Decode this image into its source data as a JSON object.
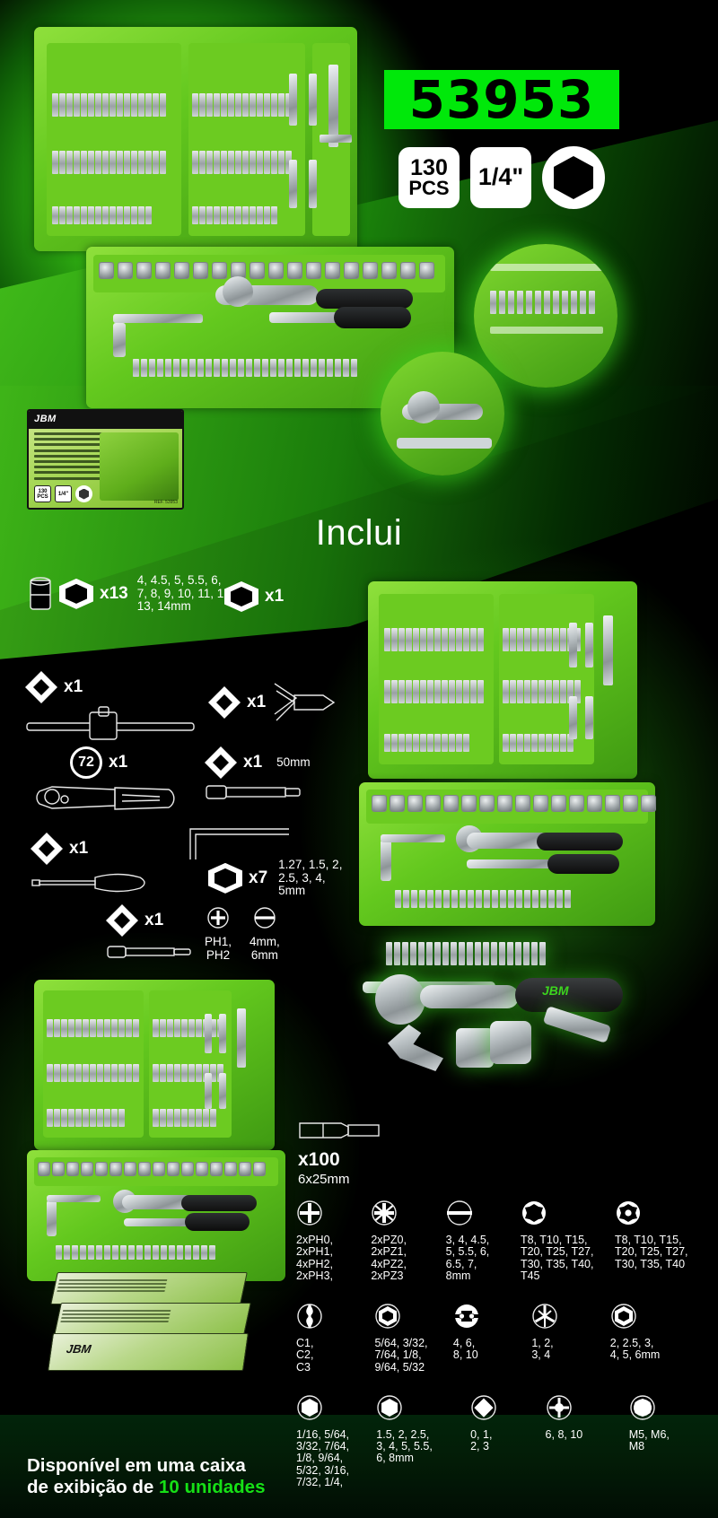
{
  "header": {
    "product_code": "53953",
    "badges": [
      {
        "name": "pieces-badge",
        "line1": "130",
        "line2": "PCS"
      },
      {
        "name": "drive-size-badge",
        "line1": "1/4\"",
        "line2": ""
      }
    ],
    "hex_icon": "hexagon-icon"
  },
  "colors": {
    "brand_green": "#00e80a",
    "accent_green": "#16e016",
    "case_green": "#63c81e",
    "background": "#000000"
  },
  "retail_box": {
    "brand": "JBM",
    "ref": "REF. 53953",
    "badge_pcs": "130 PCS",
    "badge_drive": "1/4\"",
    "description_lines": [
      "ESTUCHE DE PUNTAS Y VASOS DE 130 PIEZAS",
      "130 PCS SOCKETS AND BITS SET",
      "SET DI INSERTI E PUNTE DA 130 PEZZI",
      "KIT DE TOMADAS E BITS DE 130 PCS",
      "SET PIESE SI BITI DE 130 BUC",
      "130 STUKS DOPPEN EN BITS SET",
      "130 TEILIGES BIT UND STECKSCHLUSSEL SET",
      "130 KS ZASTRCNYCH A BITOVYCH KLICU",
      "130 SZT. ZESTAW NASADEK I BITOW"
    ]
  },
  "section_title": "Inclui",
  "includes": [
    {
      "name": "sockets",
      "drive": "hex",
      "qty": "x13",
      "sizes": "4, 4.5, 5, 5.5, 6,\n7, 8, 9, 10, 11, 12,\n13, 14mm",
      "icon": "socket-icon"
    },
    {
      "name": "deep-socket",
      "drive": "square",
      "qty": "x1",
      "sizes": "",
      "icon": "socket-icon"
    },
    {
      "name": "sliding-t-bar",
      "drive": "square",
      "qty": "x1",
      "sizes": "",
      "icon": "t-bar-icon"
    },
    {
      "name": "y-wrench",
      "drive": "square",
      "qty": "x1",
      "sizes": "",
      "icon": "y-wrench-icon"
    },
    {
      "name": "ratchet-72-teeth",
      "drive": "ratchet72",
      "teeth": "72",
      "qty": "x1",
      "sizes": "",
      "icon": "ratchet-icon"
    },
    {
      "name": "extension-bar",
      "drive": "square",
      "qty": "x1",
      "sizes": "50mm",
      "icon": "extension-bar-icon"
    },
    {
      "name": "bit-screwdriver-handle",
      "drive": "square",
      "qty": "x1",
      "sizes": "",
      "icon": "screwdriver-icon"
    },
    {
      "name": "hex-keys",
      "drive": "hex",
      "qty": "x7",
      "sizes": "1.27, 1.5, 2,\n2.5, 3, 4,\n5mm",
      "icon": "allen-key-icon"
    },
    {
      "name": "bit-holder-adapter",
      "drive": "square",
      "qty": "x1",
      "sizes": "",
      "icon": "bit-holder-icon"
    },
    {
      "name": "phillips-bits-small",
      "drive": "none",
      "qty": "",
      "sizes": "PH1,\nPH2",
      "icon": "phillips-icon"
    },
    {
      "name": "slotted-bits-small",
      "drive": "none",
      "qty": "",
      "sizes": "4mm,\n6mm",
      "icon": "slotted-icon"
    }
  ],
  "bits_block": {
    "qty": "x100",
    "size": "6x25mm",
    "icon": "bit-icon"
  },
  "bit_specs": [
    [
      {
        "name": "phillips",
        "icon": "phillips-icon",
        "text": "2xPH0,\n2xPH1,\n4xPH2,\n2xPH3,"
      },
      {
        "name": "pozidriv",
        "icon": "pozidriv-icon",
        "text": "2xPZ0,\n2xPZ1,\n4xPZ2,\n2xPZ3"
      },
      {
        "name": "slotted",
        "icon": "slotted-icon",
        "text": "3, 4, 4.5,\n5, 5.5, 6,\n6.5, 7,\n8mm"
      },
      {
        "name": "torx",
        "icon": "torx-icon",
        "text": "T8, T10, T15,\nT20, T25, T27,\nT30, T35, T40,\nT45"
      },
      {
        "name": "torx-security",
        "icon": "torx-security-icon",
        "text": "T8, T10, T15,\nT20, T25, T27,\nT30, T35, T40"
      }
    ],
    [
      {
        "name": "clutch",
        "icon": "clutch-icon",
        "text": "C1,\nC2,\nC3"
      },
      {
        "name": "hex-inch",
        "icon": "hex-icon",
        "text": "5/64, 3/32,\n7/64, 1/8,\n9/64, 5/32"
      },
      {
        "name": "spanner",
        "icon": "spanner-icon",
        "text": "4, 6,\n8, 10"
      },
      {
        "name": "tri-wing",
        "icon": "tri-wing-icon",
        "text": "1, 2,\n3, 4"
      },
      {
        "name": "hex-metric",
        "icon": "hex-icon",
        "text": "2, 2.5, 3,\n4, 5, 6mm"
      }
    ],
    [
      {
        "name": "hex-inch-long",
        "icon": "hex-icon",
        "text": "1/16, 5/64,\n3/32, 7/64,\n1/8, 9/64,\n5/32, 3/16,\n7/32, 1/4,"
      },
      {
        "name": "hex-metric-long",
        "icon": "hex-icon",
        "text": "1.5, 2, 2.5,\n3, 4, 5, 5.5,\n6, 8mm"
      },
      {
        "name": "square-robertson",
        "icon": "square-icon",
        "text": "0, 1,\n2, 3"
      },
      {
        "name": "tri-square",
        "icon": "tri-square-icon",
        "text": "6, 8, 10"
      },
      {
        "name": "spline",
        "icon": "spline-icon",
        "text": "M5, M6,\nM8"
      }
    ]
  ],
  "footer": {
    "line1": "Disponível em uma caixa",
    "line2_prefix": "de exibição de ",
    "line2_highlight": "10 unidades"
  }
}
